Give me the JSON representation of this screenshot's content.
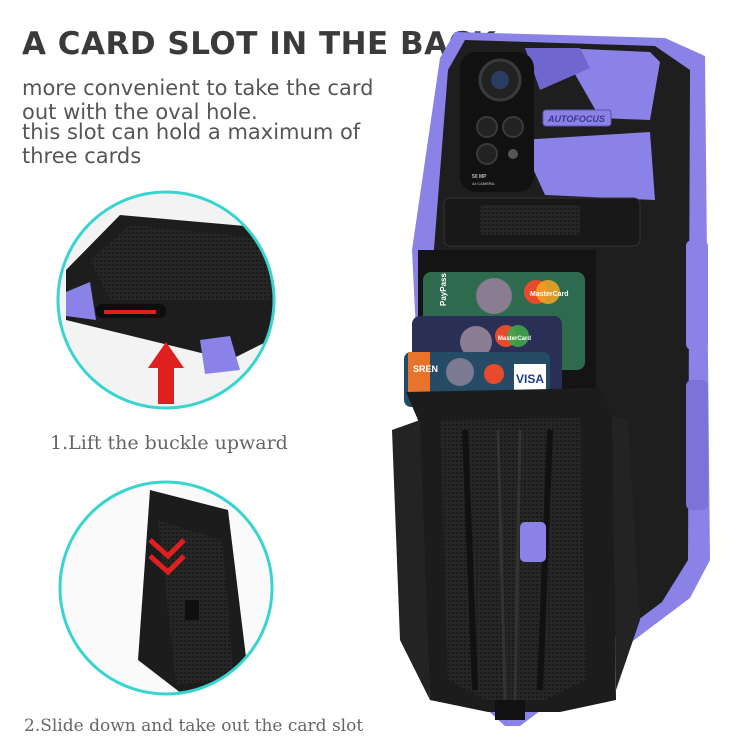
{
  "heading": {
    "title": "A CARD SLOT IN THE BACK",
    "lines": [
      "more convenient to take the card",
      "out with the oval hole.",
      "this slot can hold a maximum of",
      "three cards"
    ]
  },
  "steps": {
    "step1": "1.Lift the buckle upward",
    "step2": "2.Slide down and take out the card slot"
  },
  "phone": {
    "camera_label": "AUTOFOCUS",
    "camera_spec": "50 MP",
    "camera_spec2": "AI CAMERA"
  },
  "cards": {
    "brand_mastercard": "MasterCard",
    "brand_visa": "VISA",
    "paypass": "PayPass",
    "bank": "SREN"
  },
  "colors": {
    "accent_purple": "#8a82e6",
    "case_black": "#1e1e1e",
    "circle_teal": "#38d4cf",
    "arrow_red": "#e0201e"
  }
}
